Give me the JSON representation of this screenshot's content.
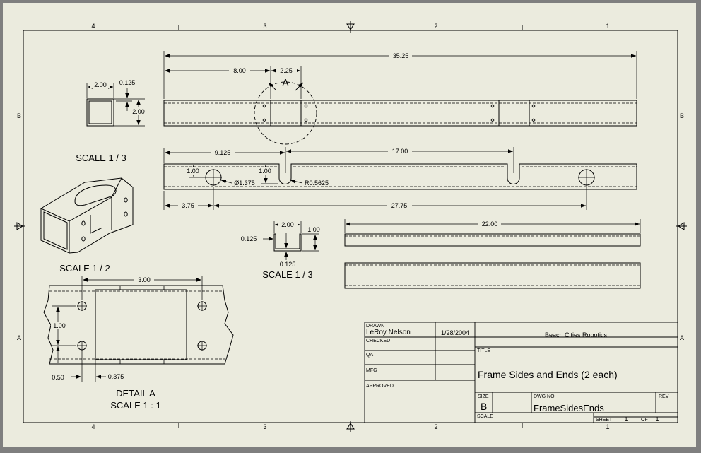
{
  "zones": {
    "top": [
      "4",
      "3",
      "2",
      "1"
    ],
    "bottom": [
      "4",
      "3",
      "2",
      "1"
    ],
    "left": [
      "B",
      "A"
    ],
    "right": [
      "B",
      "A"
    ]
  },
  "dims": {
    "overall_length": "35.25",
    "hole_offset": "8.00",
    "hole_pair": "2.25",
    "section_label": "A",
    "tube_width": "2.00",
    "tube_wall": "0.125",
    "tube_height": "2.00",
    "slot_offset": "9.125",
    "slot_spacing": "17.00",
    "edge_to_hole": "1.00",
    "edge_to_slot": "1.00",
    "hole_diameter": "Ø1.375",
    "slot_radius": "R0.5625",
    "hole_from_end": "3.75",
    "hole_spacing": "27.75",
    "channel_width": "2.00",
    "channel_height": "1.00",
    "channel_wall": "0.125",
    "channel_base": "0.125",
    "end_length": "22.00",
    "detail_width": "3.00",
    "detail_hole_spacing": "1.00",
    "detail_edge": "0.50",
    "detail_hole_offset": "0.375"
  },
  "labels": {
    "iso_scale": "SCALE 1 / 3",
    "detail_scale_top": "SCALE 1 / 2",
    "channel_scale": "SCALE 1 / 3",
    "detail_title": "DETAIL  A",
    "detail_scale": "SCALE 1 : 1"
  },
  "title_block": {
    "drawn_label": "DRAWN",
    "drawn_name": "LeRoy Nelson",
    "drawn_date": "1/28/2004",
    "company": "Beach Cities Robotics",
    "checked_label": "CHECKED",
    "title_label": "TITLE",
    "qa_label": "QA",
    "mfg_label": "MFG",
    "approved_label": "APPROVED",
    "title": "Frame Sides and Ends (2 each)",
    "size_label": "SIZE",
    "size": "B",
    "dwg_label": "DWG NO",
    "dwg_no": "FrameSidesEnds",
    "rev_label": "REV",
    "scale_label": "SCALE",
    "sheet_label": "SHEET",
    "sheet_num": "1",
    "of_label": "OF",
    "sheet_total": "1"
  }
}
